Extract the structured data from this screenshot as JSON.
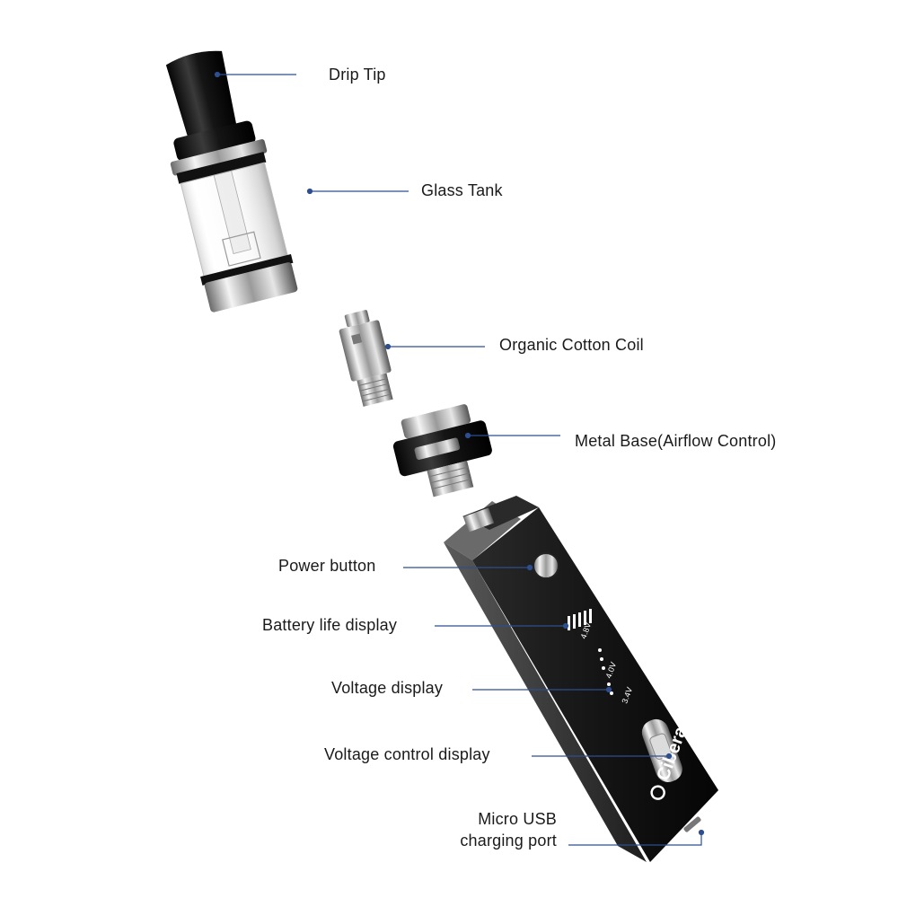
{
  "accent_color": "#2d4f8f",
  "labels": {
    "drip_tip": "Drip Tip",
    "glass_tank": "Glass Tank",
    "organic_cotton_coil": "Organic Cotton Coil",
    "metal_base": "Metal Base(Airflow Control)",
    "power_button": "Power button",
    "battery_life_display": "Battery life display",
    "voltage_display": "Voltage display",
    "voltage_control_display": "Voltage control display",
    "micro_usb_line1": "Micro USB",
    "micro_usb_line2": "charging port"
  },
  "device": {
    "brand": "Ciberate",
    "voltage_high": "4.8V",
    "voltage_mid": "4.0V",
    "voltage_low": "3.4V"
  }
}
